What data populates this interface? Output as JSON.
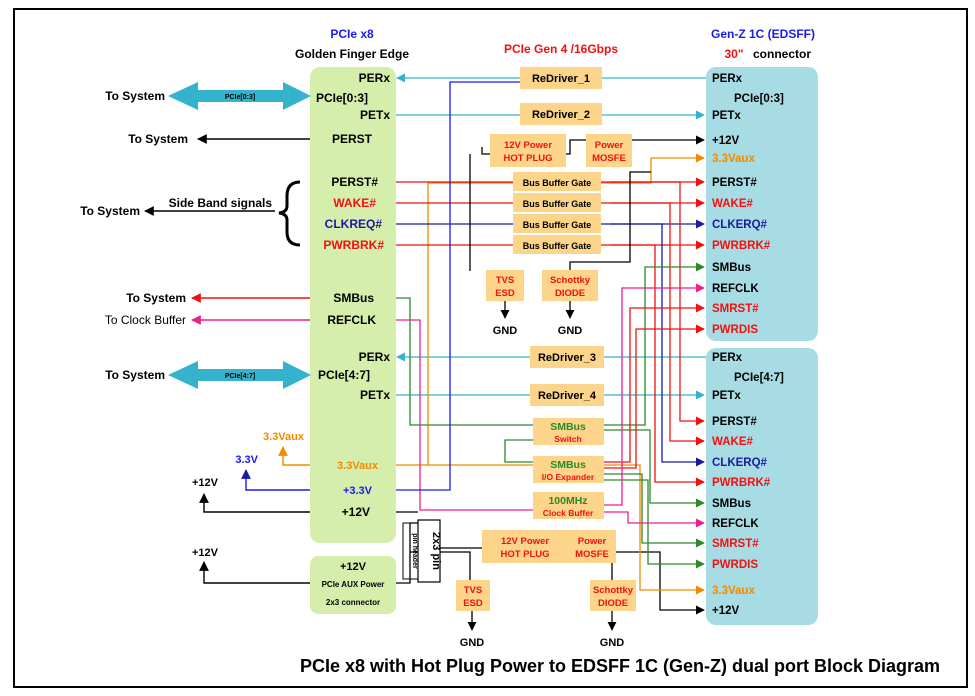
{
  "title": "PCIe x8 with Hot Plug Power to EDSFF 1C (Gen-Z) dual port Block Diagram",
  "colors": {
    "green_block": "#d6eeab",
    "blue_block": "#a8dce4",
    "orange_block": "#fcd48a",
    "pcie_arrow": "#36b3cc",
    "blue_text": "#1a1aee",
    "red": "#f21010",
    "orange": "#f08b00",
    "green": "#2b8a2b",
    "magenta": "#ee1e8c",
    "navy": "#1a1aa0",
    "black": "#000000"
  },
  "header": {
    "golden_line1": "PCIe x8",
    "golden_line2": "Golden Finger Edge",
    "gen": "PCIe Gen 4 /16Gbps",
    "genz_line1": "Gen-Z 1C (EDSFF)",
    "genz_line2_a": "30\"",
    "genz_line2_b": "connector"
  },
  "left_labels": {
    "to_system_1": "To System",
    "pcie_0_3": "PCIe[0:3]",
    "to_system_2": "To System",
    "side_band": "Side Band signals",
    "to_system_3": "To System",
    "to_system_4": "To System",
    "to_clock_buffer": "To Clock Buffer",
    "to_system_5": "To System",
    "pcie_4_7": "PCIe[4:7]",
    "vaux": "3.3Vaux",
    "v33": "3.3V",
    "p12_a": "+12V",
    "p12_b": "+12V"
  },
  "golden": {
    "perx1": "PERx",
    "pcie03": "PCIe[0:3]",
    "petx1": "PETx",
    "perst": "PERST",
    "perst_n": "PERST#",
    "wake": "WAKE#",
    "clkreq": "CLKREQ#",
    "pwrbrk": "PWRBRK#",
    "smbus": "SMBus",
    "refclk": "REFCLK",
    "perx2": "PERx",
    "pcie47": "PCIe[4:7]",
    "petx2": "PETx",
    "vaux": "3.3Vaux",
    "v33": "+3.3V",
    "p12": "+12V"
  },
  "aux_block": {
    "line1": "+12V",
    "line2": "PCIe AUX Power",
    "line3": "2x3 connector"
  },
  "pin_header": {
    "line1": "2x3 pin",
    "line2": "pin header"
  },
  "middle": {
    "redriver1": "ReDriver_1",
    "redriver2": "ReDriver_2",
    "hotplug1_a": "12V Power",
    "hotplug1_b": "HOT PLUG",
    "mosfe1_a": "Power",
    "mosfe1_b": "MOSFE",
    "bbg1": "Bus Buffer Gate",
    "bbg2": "Bus Buffer Gate",
    "bbg3": "Bus Buffer Gate",
    "bbg4": "Bus Buffer Gate",
    "tvs1_a": "TVS",
    "tvs1_b": "ESD",
    "schottky1_a": "Schottky",
    "schottky1_b": "DIODE",
    "gnd1": "GND",
    "gnd2": "GND",
    "redriver3": "ReDriver_3",
    "redriver4": "ReDriver_4",
    "smbus_switch_a": "SMBus",
    "smbus_switch_b": "Switch",
    "smbus_io_a": "SMBus",
    "smbus_io_b": "I/O Expander",
    "clock_a": "100MHz",
    "clock_b": "Clock Buffer",
    "hotplug2_a": "12V Power",
    "hotplug2_b": "HOT PLUG",
    "mosfe2_a": "Power",
    "mosfe2_b": "MOSFE",
    "tvs2_a": "TVS",
    "tvs2_b": "ESD",
    "schottky2_a": "Schottky",
    "schottky2_b": "DIODE",
    "gnd3": "GND",
    "gnd4": "GND"
  },
  "genz1": {
    "perx": "PERx",
    "pcie": "PCIe[0:3]",
    "petx": "PETx",
    "p12": "+12V",
    "vaux": "3.3Vaux",
    "perst": "PERST#",
    "wake": "WAKE#",
    "clkreq": "CLKERQ#",
    "pwrbrk": "PWRBRK#",
    "smbus": "SMBus",
    "refclk": "REFCLK",
    "smrst": "SMRST#",
    "pwrdis": "PWRDIS"
  },
  "genz2": {
    "perx": "PERx",
    "pcie": "PCIe[4:7]",
    "petx": "PETx",
    "perst": "PERST#",
    "wake": "WAKE#",
    "clkreq": "CLKERQ#",
    "pwrbrk": "PWRBRK#",
    "smbus": "SMBus",
    "refclk": "REFCLK",
    "smrst": "SMRST#",
    "pwrdis": "PWRDIS",
    "vaux": "3.3Vaux",
    "p12": "+12V"
  }
}
